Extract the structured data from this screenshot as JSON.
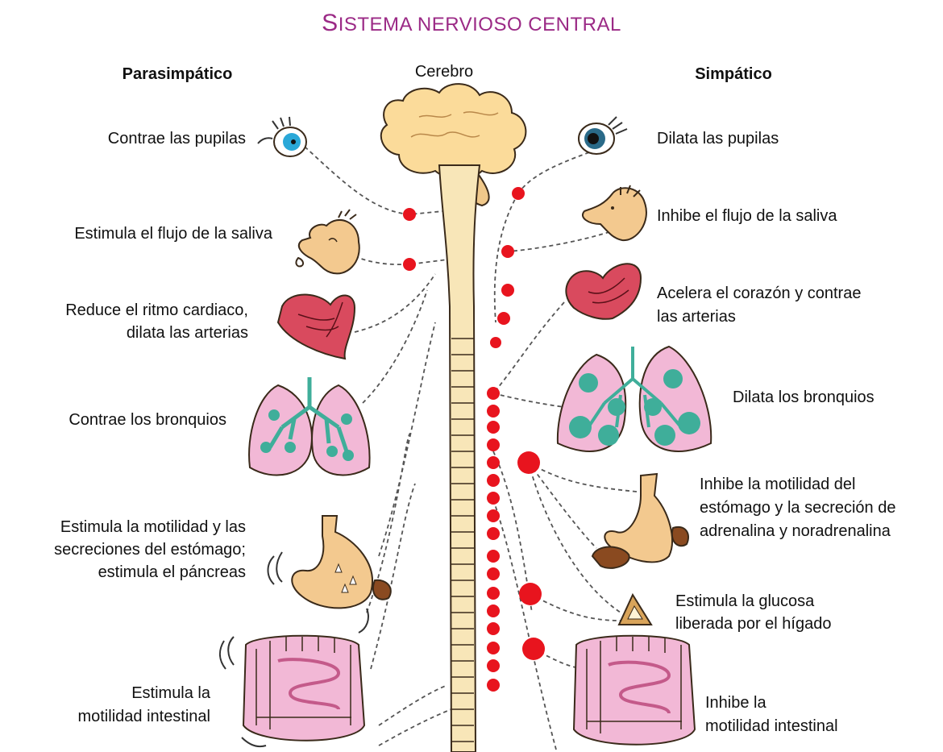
{
  "title": {
    "first": "S",
    "rest": "ISTEMA NERVIOSO CENTRAL"
  },
  "headers": {
    "left": "Parasimpático",
    "center": "Cerebro",
    "right": "Simpático"
  },
  "parasympathetic": {
    "pupils": [
      "Contrae las pupilas"
    ],
    "saliva": [
      "Estimula el flujo de la saliva"
    ],
    "heart": [
      "Reduce el ritmo cardiaco,",
      "dilata las arterias"
    ],
    "bronchi": [
      "Contrae los bronquios"
    ],
    "stomach": [
      "Estimula la motilidad y las",
      "secreciones del estómago;",
      "estimula el páncreas"
    ],
    "intestine": [
      "Estimula la",
      "motilidad intestinal"
    ]
  },
  "sympathetic": {
    "pupils": [
      "Dilata las pupilas"
    ],
    "saliva": [
      "Inhibe el flujo de la saliva"
    ],
    "heart": [
      "Acelera el corazón y contrae",
      "las arterias"
    ],
    "bronchi": [
      "Dilata los bronquios"
    ],
    "stomach": [
      "Inhibe la motilidad del",
      "estómago y la secreción de",
      "adrenalina y noradrenalina"
    ],
    "liver": [
      "Estimula la glucosa",
      "liberada por el hígado"
    ],
    "intestine": [
      "Inhibe la",
      "motilidad intestinal"
    ]
  },
  "colors": {
    "title": "#9b2a86",
    "brain": "#fbdb9a",
    "spine": "#f8e6b8",
    "ganglion": "#e8141e",
    "organ_pink": "#f2b8d6",
    "heart": "#d94a5e",
    "skin": "#f3c98f",
    "bronchi": "#3fae9a"
  },
  "icons": {
    "brain": "brain-icon",
    "eye": "eye-icon",
    "face": "face-icon",
    "heart": "heart-icon",
    "lungs": "lungs-icon",
    "stomach": "stomach-icon",
    "liver": "liver-icon",
    "intestine": "intestine-icon"
  }
}
